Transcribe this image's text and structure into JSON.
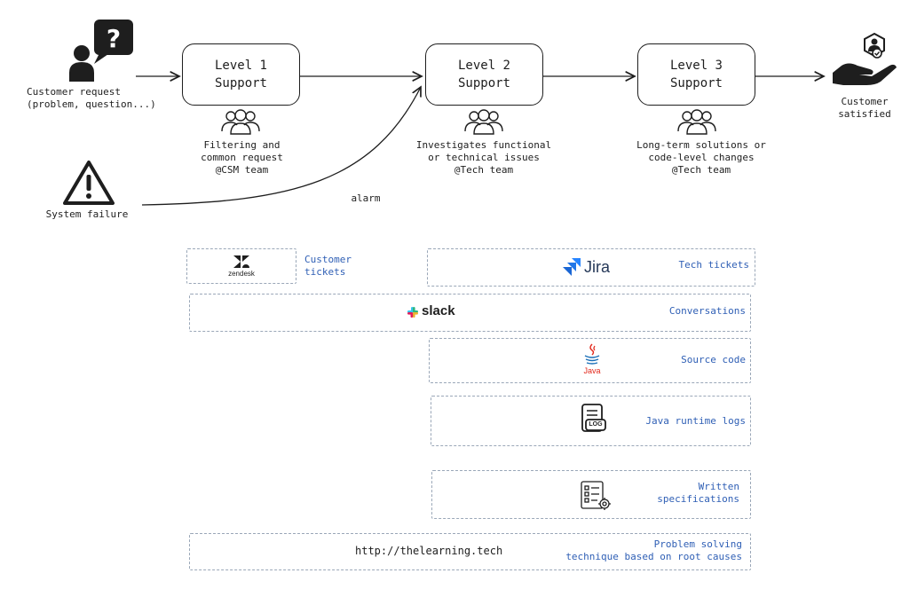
{
  "flow": {
    "customer_request": "Customer request\n(problem, question...)",
    "system_failure": "System failure",
    "alarm_label": "alarm",
    "customer_satisfied": "Customer\nsatisfied",
    "levels": [
      {
        "title": "Level 1\nSupport",
        "caption": "Filtering and\ncommon request\n@CSM team"
      },
      {
        "title": "Level 2\nSupport",
        "caption": "Investigates functional\nor technical issues\n@Tech team"
      },
      {
        "title": "Level 3\nSupport",
        "caption": "Long-term solutions or\ncode-level changes\n@Tech team"
      }
    ]
  },
  "tools": {
    "zendesk": {
      "logo": "zendesk",
      "label": "Customer\ntickets"
    },
    "jira": {
      "logo": "Jira",
      "label": "Tech tickets"
    },
    "slack": {
      "logo": "slack",
      "label": "Conversations"
    },
    "java": {
      "logo": "Java",
      "label": "Source code"
    },
    "logs": {
      "logo": "LOG",
      "label": "Java runtime logs"
    },
    "specs": {
      "label": "Written\nspecifications"
    },
    "footer": {
      "url": "http://thelearning.tech",
      "label": "Problem solving\ntechnique based on root causes"
    }
  },
  "colors": {
    "ink": "#1e1e1e",
    "label_blue": "#2f5fb5",
    "dashed": "#9aa7b8",
    "jira_blue": "#2684ff",
    "java_red": "#e2281b"
  }
}
